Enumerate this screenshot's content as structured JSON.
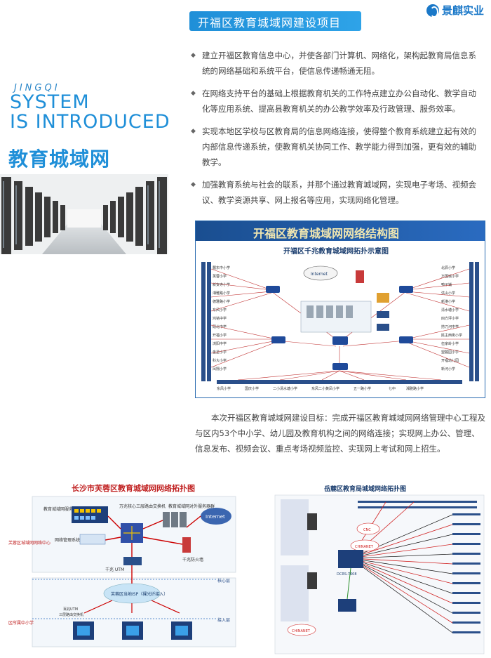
{
  "header": {
    "title": "开福区教育城域网建设项目",
    "brand": "景麒实业"
  },
  "side": {
    "en1": "JINGQI",
    "en2": "SYSTEM",
    "en3": "IS INTRODUCED",
    "cn": "教育城域网"
  },
  "bullets": [
    "建立开福区教育信息中心，并使各部门计算机、网络化，架构起教育局信息系统的网络基础和系统平台，使信息传递畅通无阻。",
    "在网络支持平台的基础上根据教育机关的工作特点建立办公自动化、教学自动化等应用系统、提高县教育机关的办公教学效率及行政管理、服务效率。",
    "实现本地区学校与区教育局的信息网络连接，使得整个教育系统建立起有效的内部信息传递系统，使教育机关协同工作、教学能力得到加强，更有效的辅助教学。",
    "加强教育系统与社会的联系，并那个通过教育城域网，实现电子考场、视频会议、教学资源共享、网上报名等应用，实现网络化管理。"
  ],
  "fig1": {
    "banner": "开福区教育城域网网络结构图",
    "subtitle": "开福区千兆教育城域网拓扑示意图",
    "internet": "Internet"
  },
  "paragraph": "本次开福区教育城域网建设目标：完成开福区教育城域网网络管理中心工程及与区内53个中小学、幼儿园及教育机构之间的网络连接；实现网上办公、管理、信息发布、视频会议、重点考场视频监控、实现网上考试和网上招生。",
  "fig2": {
    "title": "长沙市芙蓉区教育城域网网络拓扑图",
    "server_group": "教育城域网服务器群",
    "core_label": "万兆核心三层路由交换机",
    "ext_server": "教育城域网对外服务器群",
    "internet": "Internet",
    "mgmt": "网络管理系统",
    "firewall": "千兆防火墙",
    "utm": "千兆 UTM",
    "left_center": "芙蓉区城域网网络中心",
    "core_layer": "核心层",
    "isp": "芙蓉区当地ISP（裸光纤接入）",
    "access_layer": "接入层",
    "left_schools": "区所属中小学",
    "school_dev1": "百兆UTM",
    "school_dev2": "三层路由交换机"
  },
  "fig3": {
    "title": "岳麓区教育局城域网络拓扑图",
    "cnc": "CNC",
    "chinanet": "CHINANET",
    "core": "DCRS-7608"
  }
}
